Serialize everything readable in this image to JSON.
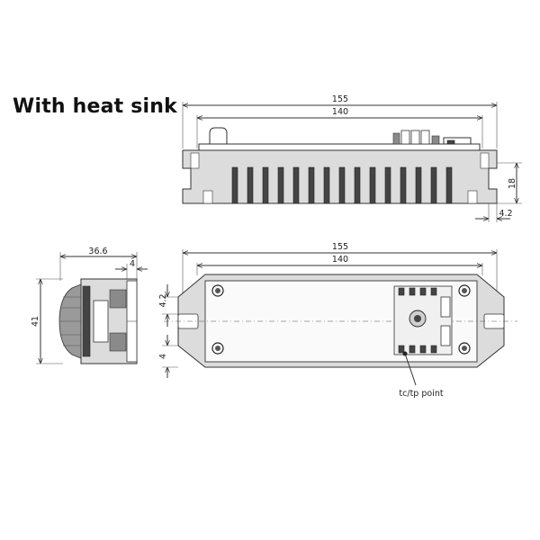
{
  "title": "With heat sink",
  "top_view": {
    "dim_overall": "155",
    "dim_inner": "140",
    "dim_height": "18",
    "dim_offset": "4.2"
  },
  "side_view": {
    "dim_width": "36.6",
    "dim_lip": "4",
    "dim_height": "41"
  },
  "bottom_view": {
    "dim_overall": "155",
    "dim_inner": "140",
    "dim_hole": "4.2",
    "dim_edge": "4",
    "callout": "tc/tp point"
  }
}
